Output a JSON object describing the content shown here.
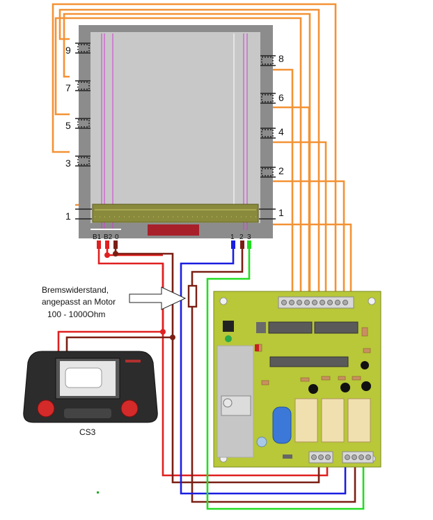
{
  "turntable": {
    "left_tracks": [
      "9",
      "7",
      "5",
      "3",
      "1"
    ],
    "right_tracks": [
      "8",
      "6",
      "4",
      "2",
      "1"
    ],
    "terminals_left": [
      "B1",
      "B2",
      "0"
    ],
    "terminals_right": [
      "1",
      "2",
      "3"
    ]
  },
  "resistor_note": {
    "line1": "Bremswiderstand,",
    "line2": "angepasst an Motor",
    "line3": "100 - 1000Ohm"
  },
  "controller": {
    "label": "CS3"
  },
  "colors": {
    "orange": "#f39235",
    "red": "#e02020",
    "brown": "#7b1f14",
    "blue": "#1a1ee0",
    "green": "#22dd22",
    "board": "#b8c838"
  }
}
